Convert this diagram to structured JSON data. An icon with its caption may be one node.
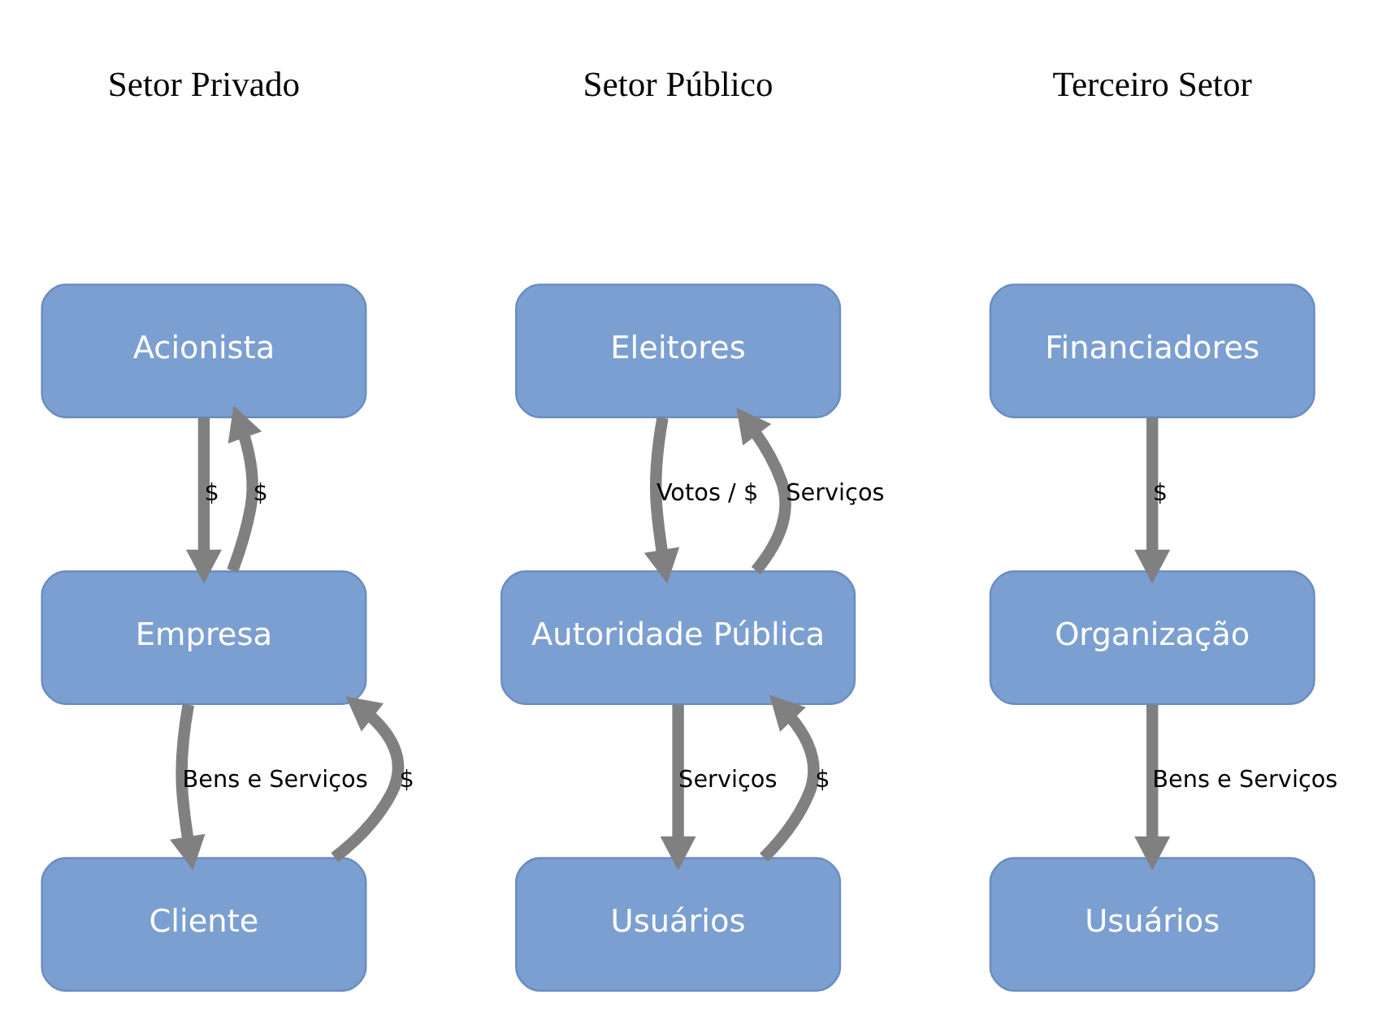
{
  "diagram": {
    "nodes": [
      {
        "text": [
          "Acionista"
        ]
      },
      {
        "text": [
          "Empresa"
        ]
      },
      {
        "text": [
          "Cliente"
        ]
      },
      {
        "text": [
          "Eleitores"
        ]
      },
      {
        "text": [
          "Autoridade Pública"
        ]
      },
      {
        "text": [
          "Usuários"
        ]
      },
      {
        "text": [
          "Financiadores"
        ]
      },
      {
        "text": [
          "Organização"
        ]
      },
      {
        "text": [
          "Usuários"
        ]
      }
    ],
    "edges": [
      {
        "from": 0,
        "to": 1,
        "arrow": "to",
        "label": "$"
      },
      {
        "from": 1,
        "to": 0,
        "arrow": "to",
        "label": "$"
      },
      {
        "from": 1,
        "to": 2,
        "arrow": "to",
        "label": "Bens e Serviços"
      },
      {
        "from": 2,
        "to": 1,
        "arrow": "to",
        "label": "$"
      },
      {
        "from": 3,
        "to": 4,
        "arrow": "to",
        "label": "Votos / $"
      },
      {
        "from": 4,
        "to": 3,
        "arrow": "to",
        "label": "Serviços"
      },
      {
        "from": 4,
        "to": 5,
        "arrow": "to",
        "label": "Serviços"
      },
      {
        "from": 5,
        "to": 4,
        "arrow": "to",
        "label": "$"
      },
      {
        "from": 6,
        "to": 7,
        "arrow": "to",
        "label": "$"
      },
      {
        "from": 7,
        "to": 8,
        "arrow": "to",
        "label": "Bens e Serviços"
      }
    ],
    "labels": [
      "Setor Privado",
      "Setor Público",
      "Terceiro Setor"
    ]
  }
}
